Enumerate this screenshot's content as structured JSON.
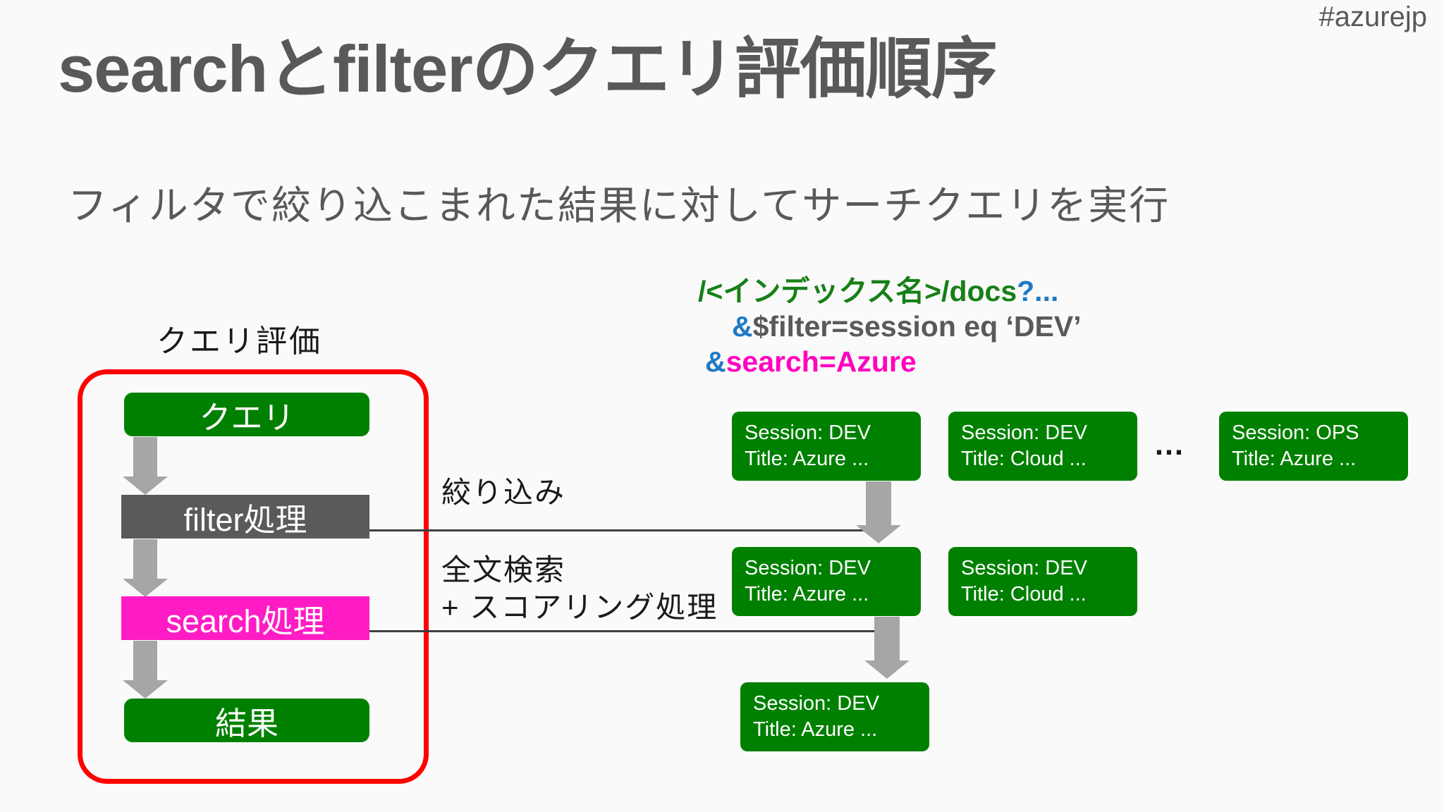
{
  "header": {
    "hashtag": "#azurejp",
    "title": "searchとfilterのクエリ評価順序",
    "subtitle": "フィルタで絞り込こまれた結果に対してサーチクエリを実行"
  },
  "query_url": {
    "line1": {
      "path": "/<インデックス名>/docs",
      "query_mark": "?..."
    },
    "line2": {
      "amp": "&",
      "expr": "$filter=session eq ‘DEV’"
    },
    "line3": {
      "amp": "&",
      "expr": "search=Azure"
    }
  },
  "flow": {
    "section_label": "クエリ評価",
    "steps": [
      {
        "label": "クエリ",
        "color": "#008000"
      },
      {
        "label": "filter処理",
        "color": "#5a5a5a"
      },
      {
        "label": "search処理",
        "color": "#ff1cc4"
      },
      {
        "label": "結果",
        "color": "#008000"
      }
    ]
  },
  "stage_labels": {
    "narrow": "絞り込み",
    "fulltext_line1": "全文検索",
    "fulltext_line2": "+ スコアリング処理"
  },
  "documents": {
    "ellipsis": "…",
    "row1": [
      {
        "session": "Session: DEV",
        "title": "Title: Azure ..."
      },
      {
        "session": "Session: DEV",
        "title": "Title: Cloud ..."
      },
      {
        "session": "Session: OPS",
        "title": "Title: Azure ..."
      }
    ],
    "row2": [
      {
        "session": "Session: DEV",
        "title": "Title: Azure ..."
      },
      {
        "session": "Session: DEV",
        "title": "Title: Cloud ..."
      }
    ],
    "row3": [
      {
        "session": "Session: DEV",
        "title": "Title: Azure ..."
      }
    ]
  },
  "colors": {
    "green": "#008000",
    "dark_gray": "#5a5a5a",
    "magenta": "#ff1cc4",
    "red_frame": "#ff0000",
    "arrow_gray": "#a6a6a6",
    "url_green": "#168016",
    "url_blue": "#1f7ac4",
    "url_magenta": "#ff00c0",
    "text_gray": "#595959"
  }
}
